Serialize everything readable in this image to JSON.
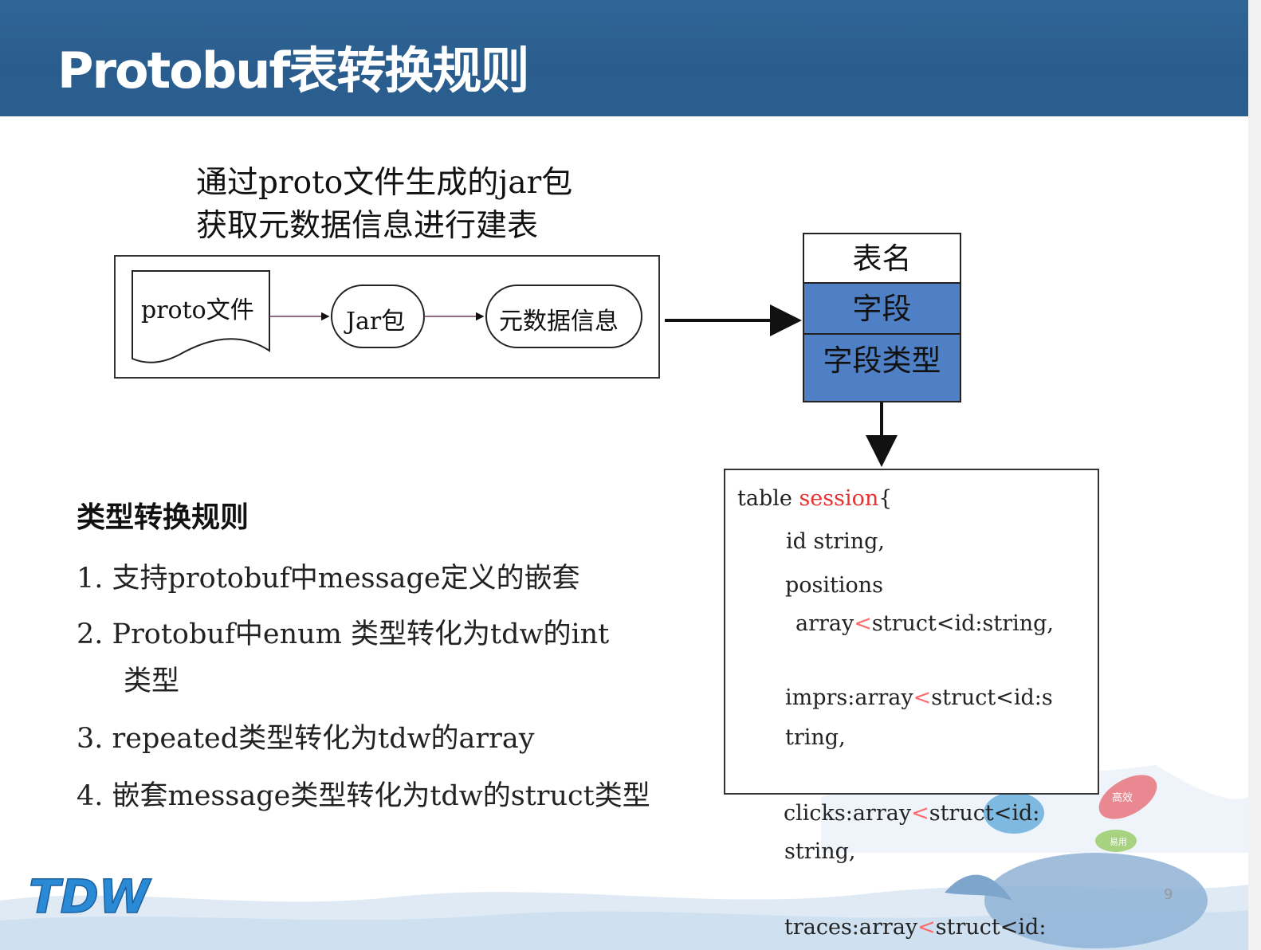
{
  "header": {
    "title": "Protobuf表转换规则"
  },
  "caption": "通过proto文件生成的jar包获取元数据信息进行建表",
  "flow": {
    "proto_file": "proto文件",
    "jar": "Jar包",
    "metadata": "元数据信息"
  },
  "table_box": {
    "name": "表名",
    "field": "字段",
    "field_type": "字段类型"
  },
  "rules": {
    "heading": "类型转换规则",
    "items": [
      "1. 支持protobuf中message定义的嵌套",
      "2. Protobuf中enum 类型转化为tdw的int",
      "类型",
      "3. repeated类型转化为tdw的array",
      "4. 嵌套message类型转化为tdw的struct类型"
    ]
  },
  "code": {
    "l1_a": "table ",
    "l1_b": "session",
    "l1_c": "{",
    "l2": "id string,",
    "l3": "positions",
    "l4_a": "array",
    "l4_b": "<",
    "l4_c": "struct<id:string,",
    "l5_a": "imprs:array",
    "l5_b": "<",
    "l5_c": "struct<id:s",
    "l6": "tring,",
    "l7_a": "clicks:array",
    "l7_b": "<",
    "l7_c": "struct<id:",
    "l8": "string,",
    "l9_a": "traces:array",
    "l9_b": "<",
    "l9_c": "struct<id:"
  },
  "logo": {
    "text": "TDW"
  },
  "watermark": {
    "labels": [
      "高效",
      "易用"
    ]
  },
  "page_number": "9",
  "colors": {
    "header": "#2b5f90",
    "table_fill": "#4f7fc4",
    "code_red": "#e63232"
  }
}
